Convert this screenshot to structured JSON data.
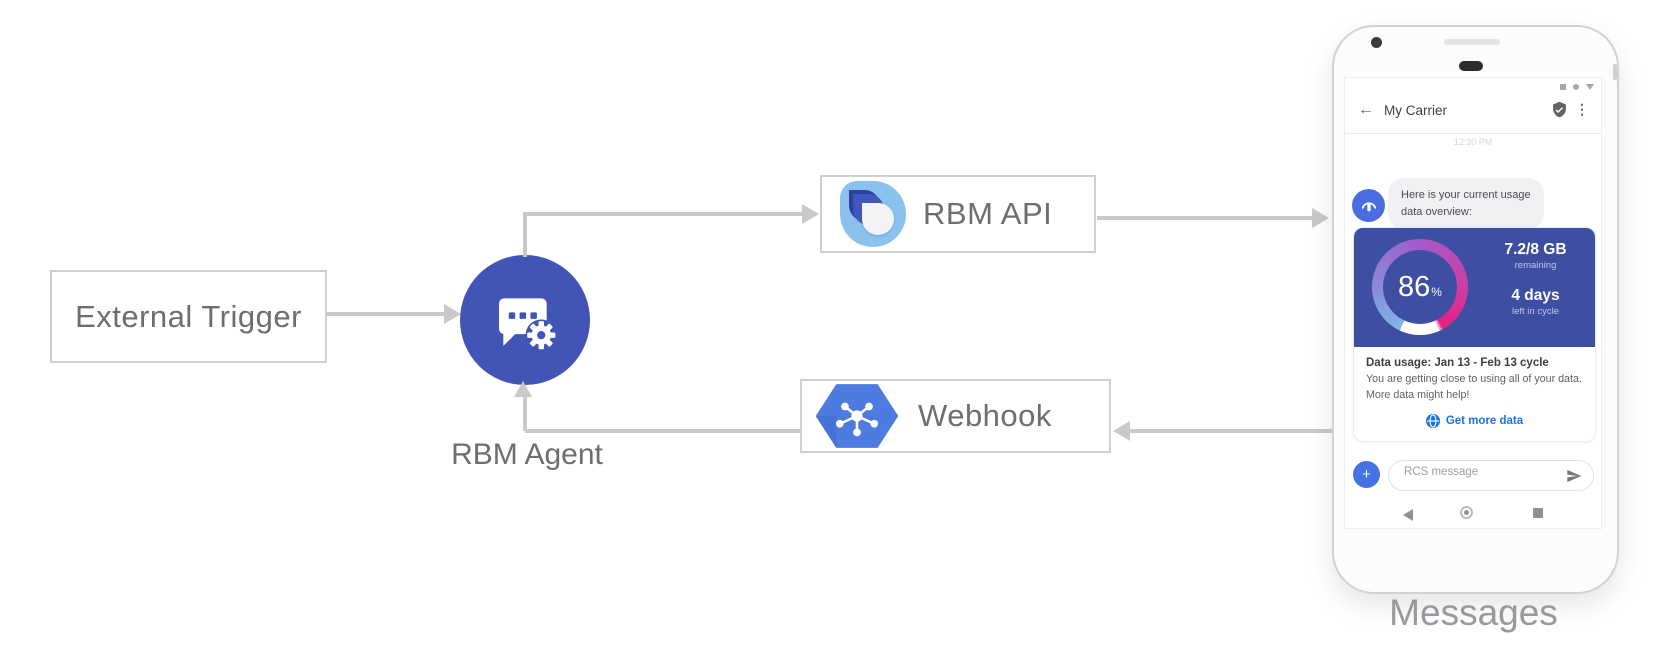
{
  "diagram": {
    "external_trigger_label": "External Trigger",
    "rbm_agent_label": "RBM Agent",
    "rbm_api_label": "RBM API",
    "webhook_label": "Webhook",
    "phone_caption": "Messages",
    "colors": {
      "arrow_gray": "#c9c9c9",
      "agent_blue": "#4254b5",
      "webhook_hexagon_blue": "#4e7be0",
      "api_logo_light_blue": "#8bc1ed",
      "api_logo_indigo": "#4156c0",
      "api_logo_navy": "#2e3f9e"
    }
  },
  "phone": {
    "status_icons": [
      "square",
      "circle",
      "triangle-down"
    ],
    "header": {
      "back_icon": "←",
      "title": "My Carrier",
      "shield_icon": "verified-shield",
      "menu_icon": "⋮",
      "timestamp": "12:30 PM"
    },
    "chat": {
      "agent_avatar_icon": "hotspot-antenna",
      "message": {
        "line1": "Here is your current usage",
        "line2": "data overview:"
      },
      "usage_card": {
        "background_color": "#3e4fa3",
        "gauge_percent": "86",
        "gauge_unit": "%",
        "gauge_gradient": [
          "#7fb5e9",
          "#8a8ad8",
          "#a25bc8",
          "#cf3da4",
          "#e62181"
        ],
        "data_value": "7.2/8 GB",
        "data_label": "remaining",
        "days_value": "4 days",
        "days_label": "left in cycle",
        "title": "Data usage: Jan 13 - Feb 13 cycle",
        "body": {
          "line1": "You are getting close to using all of your data.",
          "line2": "More data might help!"
        },
        "action_label": "Get more data",
        "action_color": "#1a73e8"
      }
    },
    "composer": {
      "plus_icon": "+",
      "placeholder": "RCS message",
      "send_icon": "send-arrow"
    },
    "nav_icons": [
      "back-triangle",
      "home-circle",
      "recents-square"
    ]
  }
}
